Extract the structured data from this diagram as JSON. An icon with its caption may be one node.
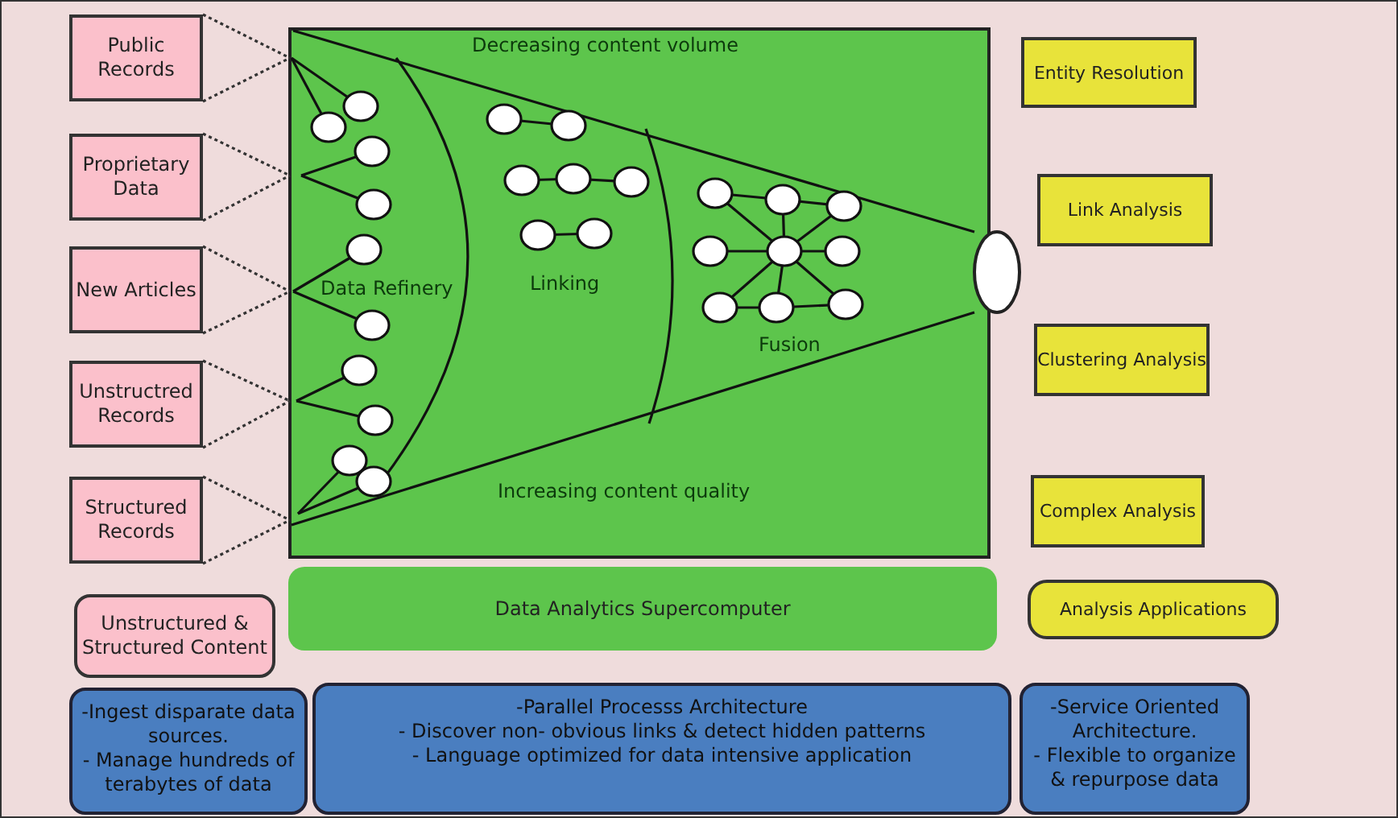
{
  "diagram": {
    "nodes": [
      {
        "text": [
          "Public Records"
        ]
      },
      {
        "text": [
          "Proprietary Data"
        ]
      },
      {
        "text": [
          "New Articles"
        ]
      },
      {
        "text": [
          "Unstructred Records"
        ]
      },
      {
        "text": [
          "Structured Records"
        ]
      },
      {
        "text": [
          "Decreasing content volume",
          "Increasing content quality"
        ]
      },
      {
        "text": [],
        "shape": "ellipse"
      },
      {
        "text": [
          "Entity Resolution"
        ]
      },
      {
        "text": [
          "Link Analysis"
        ]
      },
      {
        "text": [
          "Clustering Analysis"
        ]
      },
      {
        "text": [
          "Complex Analysis"
        ]
      },
      {
        "text": [
          "Unstructured & Structured Content"
        ]
      },
      {
        "text": [
          "Data Analytics Supercomputer"
        ]
      },
      {
        "text": [
          "Analysis Applications"
        ]
      },
      {
        "text": [
          "-Ingest disparate data sources.",
          "- Manage hundreds of terabytes of data"
        ]
      },
      {
        "text": [
          "-Parallel Processs Architecture",
          "- Discover non- obvious links & detect hidden patterns",
          "- Language optimized for data intensive application"
        ]
      },
      {
        "text": [
          "-Service Oriented Architecture.",
          "- Flexible to organize & repurpose data"
        ]
      }
    ],
    "edges": [
      {
        "from": 0,
        "to": 5,
        "arrow": "none",
        "style": "dashed"
      },
      {
        "from": 1,
        "to": 5,
        "arrow": "none",
        "style": "dashed"
      },
      {
        "from": 2,
        "to": 5,
        "arrow": "none",
        "style": "dashed"
      },
      {
        "from": 3,
        "to": 5,
        "arrow": "none",
        "style": "dashed"
      },
      {
        "from": 4,
        "to": 5,
        "arrow": "none",
        "style": "dashed"
      }
    ],
    "labels": [
      "Data Refinery",
      "Linking",
      "Fusion"
    ]
  }
}
